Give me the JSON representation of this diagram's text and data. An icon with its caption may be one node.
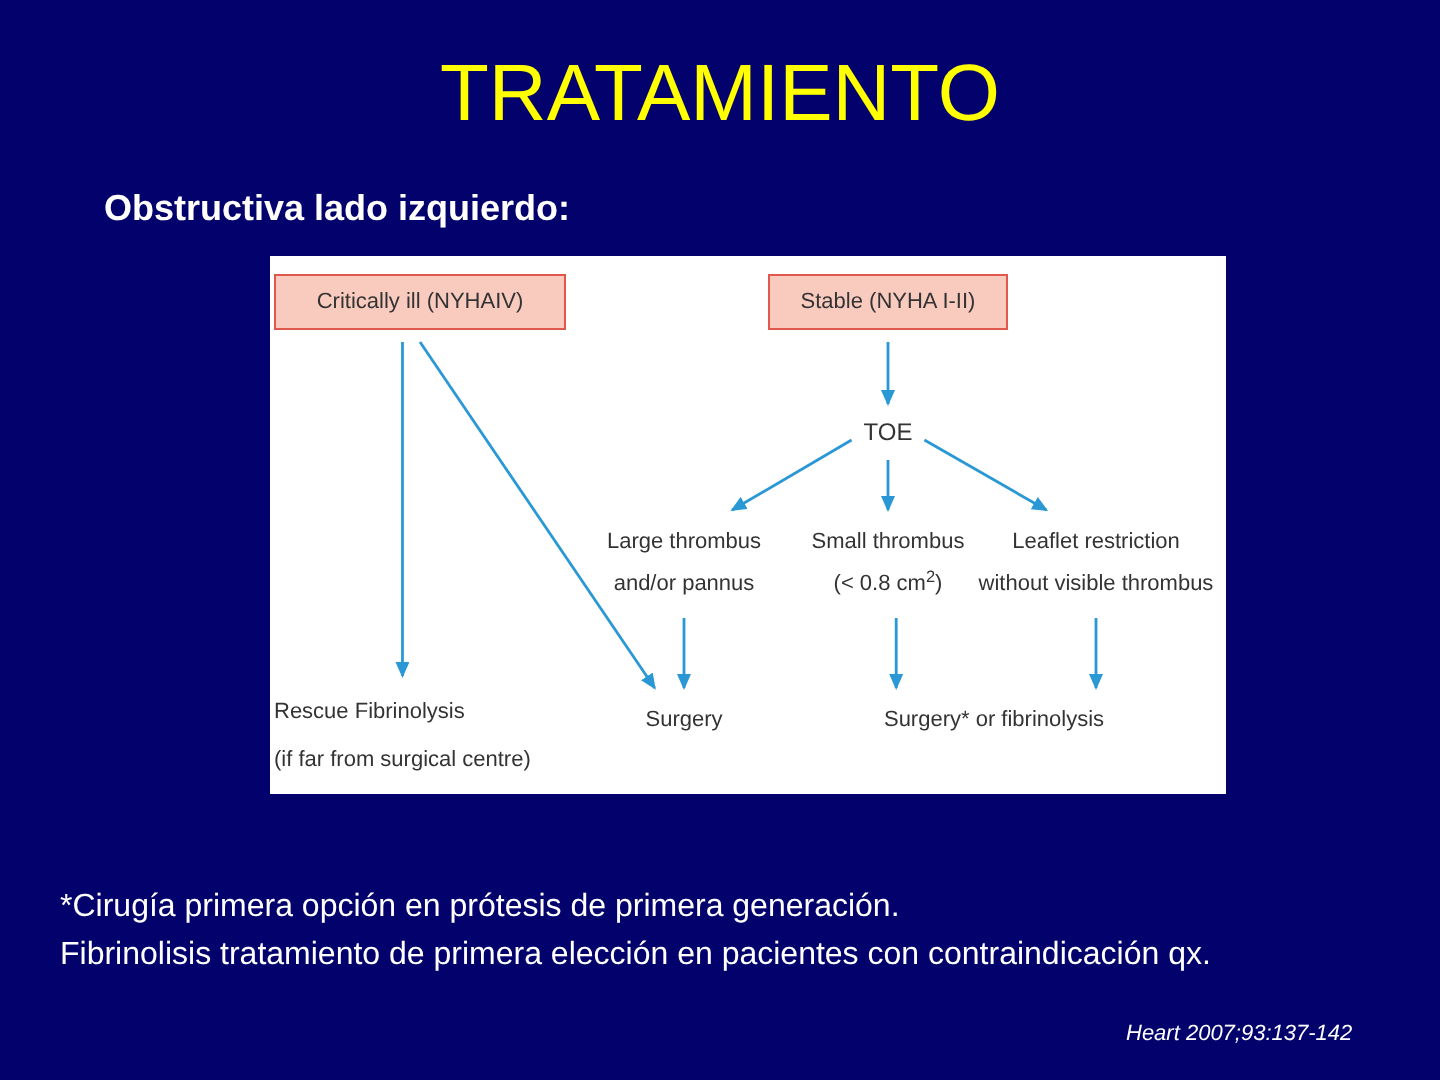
{
  "diagram": {
    "title": "TRATAMIENTO",
    "nodes": [
      {
        "text": [
          "Critically ill (NYHAIV)"
        ]
      },
      {
        "text": [
          "Stable (NYHA I-II)"
        ]
      },
      {
        "text": [
          "TOE"
        ]
      },
      {
        "text": [
          "Large thrombus and/or pannus"
        ]
      },
      {
        "text": [
          "Small thrombus (< 0.8 cm$^{2}$)"
        ]
      },
      {
        "text": [
          "Leaflet restriction without visible thrombus"
        ]
      },
      {
        "text": [
          "Rescue Fibrinolysis",
          "(if far from surgical centre)"
        ]
      },
      {
        "text": [
          "Surgery"
        ]
      },
      {
        "text": [
          "Surgery* or fibrinolysis"
        ]
      }
    ],
    "edges": [
      {
        "from": 0,
        "to": 6,
        "arrow": "to"
      },
      {
        "from": 0,
        "to": 7,
        "arrow": "to"
      },
      {
        "from": 1,
        "to": 2,
        "arrow": "to"
      },
      {
        "from": 2,
        "to": 3,
        "arrow": "to"
      },
      {
        "from": 2,
        "to": 4,
        "arrow": "to"
      },
      {
        "from": 2,
        "to": 5,
        "arrow": "to"
      },
      {
        "from": 3,
        "to": 7,
        "arrow": "to"
      },
      {
        "from": 4,
        "to": 8,
        "arrow": "to"
      },
      {
        "from": 5,
        "to": 8,
        "arrow": "to"
      }
    ],
    "labels": [
      "Obstructiva lado izquierdo:",
      "*Cirugía primera opción en prótesis de primera generación.",
      "Fibrinolisis tratamiento de primera elección en pacientes con contraindicación qx.",
      "Heart 2007;93:137-142"
    ]
  }
}
